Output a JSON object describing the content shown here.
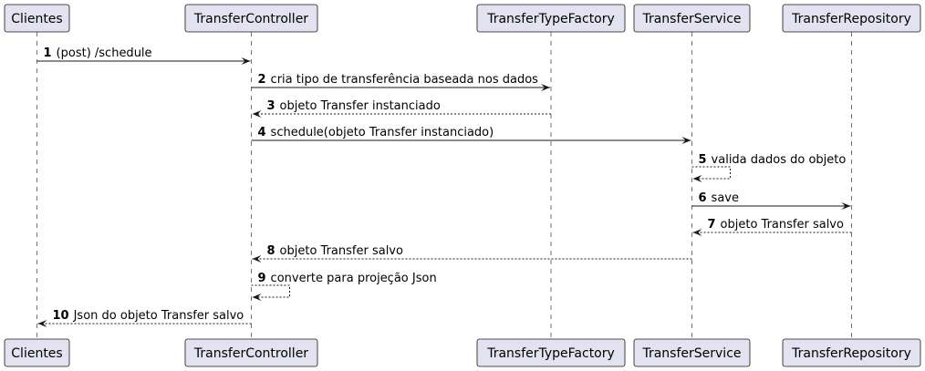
{
  "participants": [
    {
      "id": "clientes",
      "label": "Clientes"
    },
    {
      "id": "controller",
      "label": "TransferController"
    },
    {
      "id": "factory",
      "label": "TransferTypeFactory"
    },
    {
      "id": "service",
      "label": "TransferService"
    },
    {
      "id": "repository",
      "label": "TransferRepository"
    }
  ],
  "messages": [
    {
      "num": "1",
      "text": "(post) /schedule",
      "from": "clientes",
      "to": "controller",
      "style": "solid"
    },
    {
      "num": "2",
      "text": "cria tipo de transferência baseada nos dados",
      "from": "controller",
      "to": "factory",
      "style": "solid"
    },
    {
      "num": "3",
      "text": "objeto Transfer instanciado",
      "from": "factory",
      "to": "controller",
      "style": "dashed"
    },
    {
      "num": "4",
      "text": "schedule(objeto Transfer instanciado)",
      "from": "controller",
      "to": "service",
      "style": "solid"
    },
    {
      "num": "5",
      "text": "valida dados do objeto",
      "from": "service",
      "to": "service",
      "style": "dashed"
    },
    {
      "num": "6",
      "text": "save",
      "from": "service",
      "to": "repository",
      "style": "solid"
    },
    {
      "num": "7",
      "text": "objeto Transfer salvo",
      "from": "repository",
      "to": "service",
      "style": "dashed"
    },
    {
      "num": "8",
      "text": "objeto Transfer salvo",
      "from": "service",
      "to": "controller",
      "style": "dashed"
    },
    {
      "num": "9",
      "text": "converte para projeção Json",
      "from": "controller",
      "to": "controller",
      "style": "dashed"
    },
    {
      "num": "10",
      "text": "Json do objeto Transfer salvo",
      "from": "controller",
      "to": "clientes",
      "style": "dashed"
    }
  ]
}
